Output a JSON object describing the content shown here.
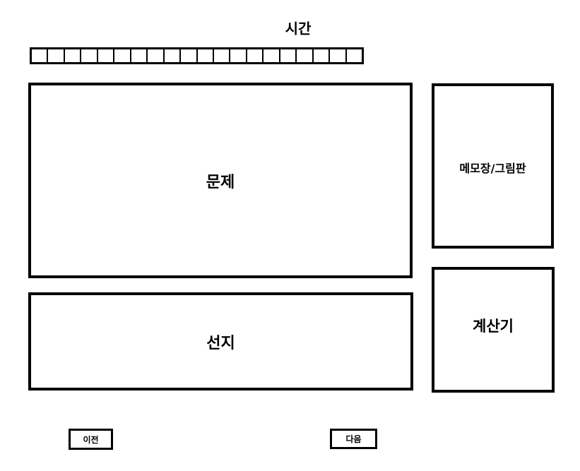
{
  "timer": {
    "label": "시간",
    "segments": 20
  },
  "panels": {
    "question": "문제",
    "choices": "선지",
    "memo": "메모장/그림판",
    "calculator": "계산기"
  },
  "buttons": {
    "prev": "이전",
    "next": "다음"
  }
}
